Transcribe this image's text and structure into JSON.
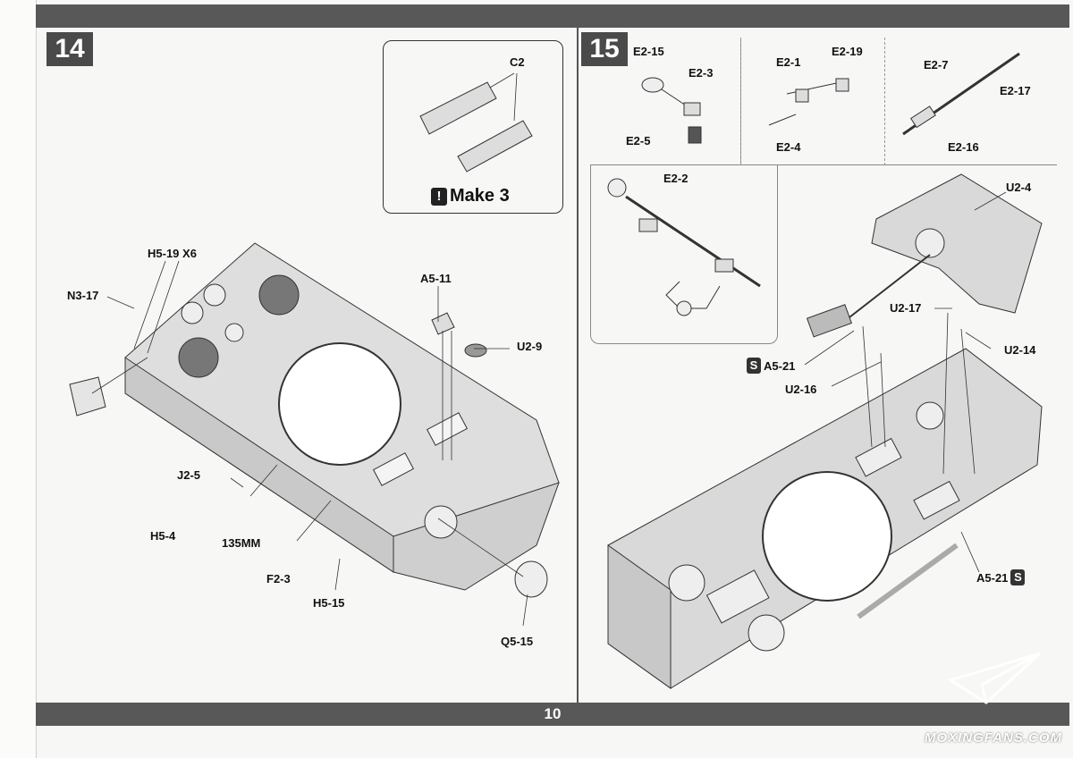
{
  "page": {
    "number": "10"
  },
  "step14": {
    "number": "14",
    "callout": {
      "label": "C2",
      "note": "Make 3",
      "note_icon": "!"
    },
    "parts": [
      "H5-19 X6",
      "N3-17",
      "A5-11",
      "U2-9",
      "J2-5",
      "H5-4",
      "135MM",
      "F2-3",
      "H5-15",
      "Q5-15"
    ]
  },
  "step15": {
    "number": "15",
    "sub_a": [
      "E2-15",
      "E2-3",
      "E2-5"
    ],
    "sub_b": [
      "E2-1",
      "E2-19",
      "E2-4"
    ],
    "sub_c": [
      "E2-7",
      "E2-17",
      "E2-16"
    ],
    "sub_d": [
      "E2-2"
    ],
    "parts": [
      "U2-4",
      "U2-17",
      "U2-14",
      "A5-21",
      "U2-16",
      "A5-21"
    ],
    "s_icon": "S"
  },
  "watermark": {
    "text": "MOXINGFANS.COM"
  },
  "colors": {
    "bar": "#585858",
    "badge": "#4a4a4a",
    "hull": "#d9d9d9"
  }
}
